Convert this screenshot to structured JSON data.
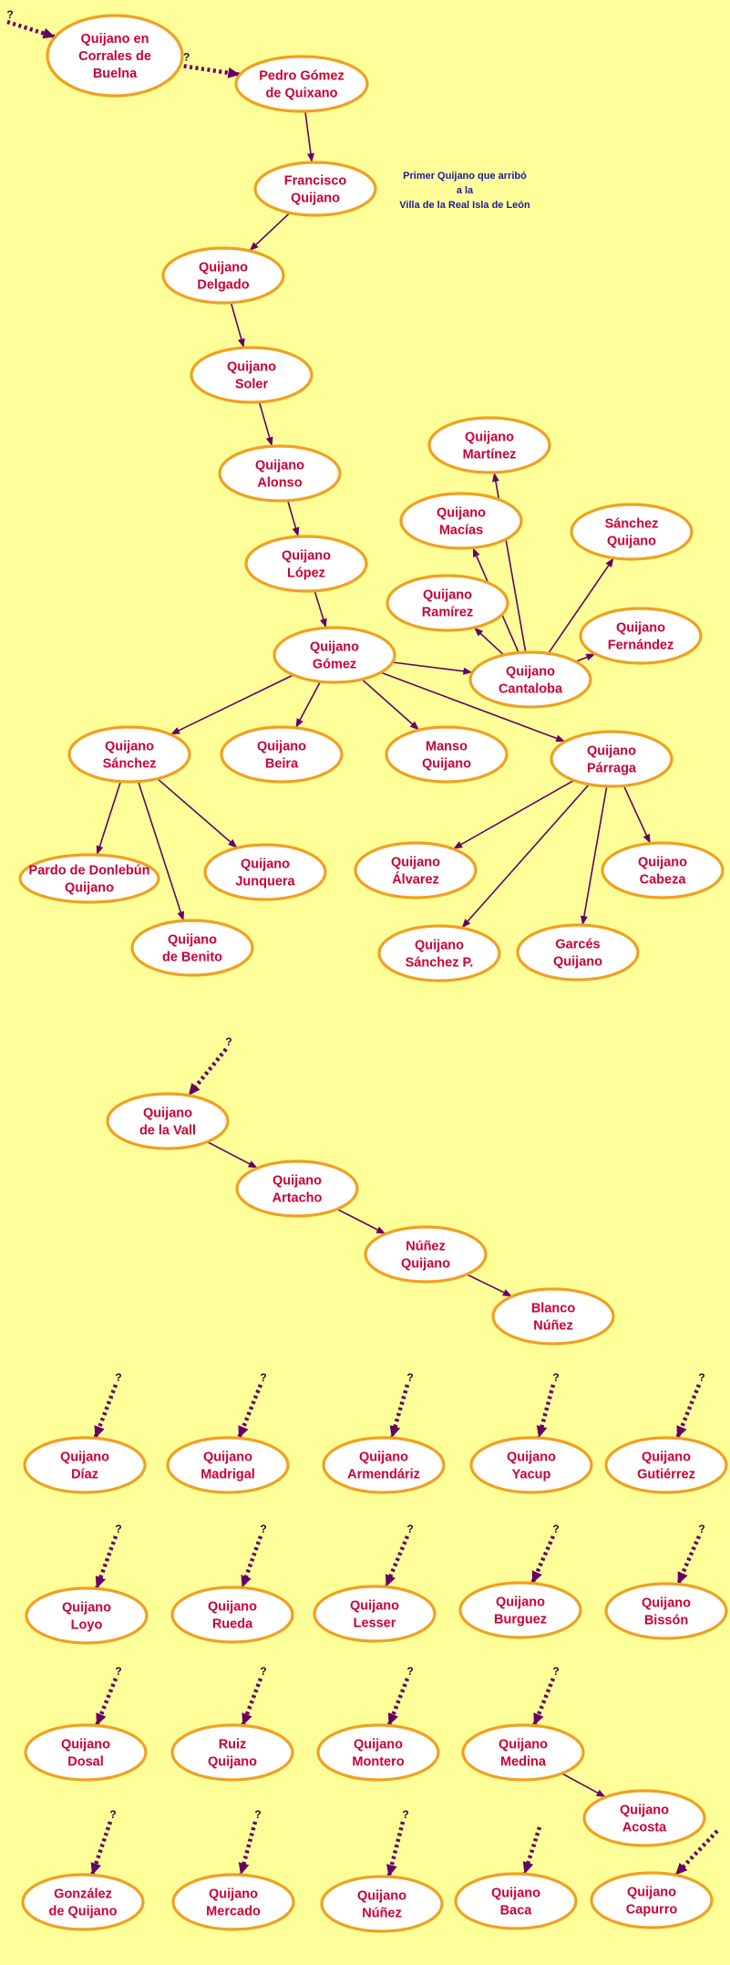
{
  "note": {
    "lines": [
      "Primer Quijano que arribó",
      "a la",
      "Villa de la Real Isla de León"
    ],
    "color": "#1a1aa6"
  },
  "unknown_mark": "?",
  "colors": {
    "background": "#ffff99",
    "node_fill": "#ffffff",
    "node_border": "#f0a020",
    "node_text": "#cc0033",
    "arrow": "#660066"
  },
  "nodes": [
    {
      "id": "corrales",
      "lines": [
        "Quijano en",
        "Corrales de",
        "Buelna"
      ]
    },
    {
      "id": "pedro",
      "lines": [
        "Pedro Gómez",
        "de Quixano"
      ]
    },
    {
      "id": "francisco",
      "lines": [
        "Francisco",
        "Quijano"
      ]
    },
    {
      "id": "delgado",
      "lines": [
        "Quijano",
        "Delgado"
      ]
    },
    {
      "id": "soler",
      "lines": [
        "Quijano",
        "Soler"
      ]
    },
    {
      "id": "alonso",
      "lines": [
        "Quijano",
        "Alonso"
      ]
    },
    {
      "id": "lopez",
      "lines": [
        "Quijano",
        "López"
      ]
    },
    {
      "id": "gomez",
      "lines": [
        "Quijano",
        "Gómez"
      ]
    },
    {
      "id": "cantaloba",
      "lines": [
        "Quijano",
        "Cantaloba"
      ]
    },
    {
      "id": "martinez",
      "lines": [
        "Quijano",
        "Martínez"
      ]
    },
    {
      "id": "macias",
      "lines": [
        "Quijano",
        "Macías"
      ]
    },
    {
      "id": "sanchezq",
      "lines": [
        "Sánchez",
        "Quijano"
      ]
    },
    {
      "id": "ramirez",
      "lines": [
        "Quijano",
        "Ramírez"
      ]
    },
    {
      "id": "fernandez",
      "lines": [
        "Quijano",
        "Fernández"
      ]
    },
    {
      "id": "sanchez",
      "lines": [
        "Quijano",
        "Sánchez"
      ]
    },
    {
      "id": "beira",
      "lines": [
        "Quijano",
        "Beira"
      ]
    },
    {
      "id": "manso",
      "lines": [
        "Manso",
        "Quijano"
      ]
    },
    {
      "id": "parraga",
      "lines": [
        "Quijano",
        "Párraga"
      ]
    },
    {
      "id": "pardo",
      "lines": [
        "Pardo de Donlebún",
        "Quijano"
      ]
    },
    {
      "id": "junquera",
      "lines": [
        "Quijano",
        "Junquera"
      ]
    },
    {
      "id": "benito",
      "lines": [
        "Quijano",
        "de Benito"
      ]
    },
    {
      "id": "alvarez",
      "lines": [
        "Quijano",
        "Álvarez"
      ]
    },
    {
      "id": "cabeza",
      "lines": [
        "Quijano",
        "Cabeza"
      ]
    },
    {
      "id": "sanchezp",
      "lines": [
        "Quijano",
        "Sánchez P."
      ]
    },
    {
      "id": "garces",
      "lines": [
        "Garcés",
        "Quijano"
      ]
    },
    {
      "id": "vall",
      "lines": [
        "Quijano",
        "de la Vall"
      ]
    },
    {
      "id": "artacho",
      "lines": [
        "Quijano",
        "Artacho"
      ]
    },
    {
      "id": "nunezq",
      "lines": [
        "Núñez",
        "Quijano"
      ]
    },
    {
      "id": "blanco",
      "lines": [
        "Blanco",
        "Núñez"
      ]
    },
    {
      "id": "diaz",
      "lines": [
        "Quijano",
        "Díaz"
      ]
    },
    {
      "id": "madrigal",
      "lines": [
        "Quijano",
        "Madrigal"
      ]
    },
    {
      "id": "armendariz",
      "lines": [
        "Quijano",
        "Armendáriz"
      ]
    },
    {
      "id": "yacup",
      "lines": [
        "Quijano",
        "Yacup"
      ]
    },
    {
      "id": "gutierrez",
      "lines": [
        "Quijano",
        "Gutiérrez"
      ]
    },
    {
      "id": "loyo",
      "lines": [
        "Quijano",
        "Loyo"
      ]
    },
    {
      "id": "rueda",
      "lines": [
        "Quijano",
        "Rueda"
      ]
    },
    {
      "id": "lesser",
      "lines": [
        "Quijano",
        "Lesser"
      ]
    },
    {
      "id": "burguez",
      "lines": [
        "Quijano",
        "Burguez"
      ]
    },
    {
      "id": "bisson",
      "lines": [
        "Quijano",
        "Bissón"
      ]
    },
    {
      "id": "dosal",
      "lines": [
        "Quijano",
        "Dosal"
      ]
    },
    {
      "id": "ruiz",
      "lines": [
        "Ruiz",
        "Quijano"
      ]
    },
    {
      "id": "montero",
      "lines": [
        "Quijano",
        "Montero"
      ]
    },
    {
      "id": "medina",
      "lines": [
        "Quijano",
        "Medina"
      ]
    },
    {
      "id": "acosta",
      "lines": [
        "Quijano",
        "Acosta"
      ]
    },
    {
      "id": "gonzalez",
      "lines": [
        "González",
        "de Quijano"
      ]
    },
    {
      "id": "mercado",
      "lines": [
        "Quijano",
        "Mercado"
      ]
    },
    {
      "id": "nunez",
      "lines": [
        "Quijano",
        "Núñez"
      ]
    },
    {
      "id": "baca",
      "lines": [
        "Quijano",
        "Baca"
      ]
    },
    {
      "id": "capurro",
      "lines": [
        "Quijano",
        "Capurro"
      ]
    }
  ],
  "edges": [
    [
      "pedro",
      "francisco"
    ],
    [
      "francisco",
      "delgado"
    ],
    [
      "delgado",
      "soler"
    ],
    [
      "soler",
      "alonso"
    ],
    [
      "alonso",
      "lopez"
    ],
    [
      "lopez",
      "gomez"
    ],
    [
      "gomez",
      "cantaloba"
    ],
    [
      "gomez",
      "sanchez"
    ],
    [
      "gomez",
      "beira"
    ],
    [
      "gomez",
      "manso"
    ],
    [
      "gomez",
      "parraga"
    ],
    [
      "cantaloba",
      "martinez"
    ],
    [
      "cantaloba",
      "macias"
    ],
    [
      "cantaloba",
      "sanchezq"
    ],
    [
      "cantaloba",
      "ramirez"
    ],
    [
      "cantaloba",
      "fernandez"
    ],
    [
      "sanchez",
      "pardo"
    ],
    [
      "sanchez",
      "junquera"
    ],
    [
      "sanchez",
      "benito"
    ],
    [
      "parraga",
      "alvarez"
    ],
    [
      "parraga",
      "cabeza"
    ],
    [
      "parraga",
      "sanchezp"
    ],
    [
      "parraga",
      "garces"
    ],
    [
      "vall",
      "artacho"
    ],
    [
      "artacho",
      "nunezq"
    ],
    [
      "nunezq",
      "blanco"
    ],
    [
      "medina",
      "acosta"
    ]
  ],
  "dotted_links": [
    {
      "to": "corrales",
      "mark": true
    },
    {
      "from": "corrales",
      "to": "pedro",
      "mark": true
    },
    {
      "to": "vall",
      "mark": true
    },
    {
      "to": "diaz",
      "mark": true
    },
    {
      "to": "madrigal",
      "mark": true
    },
    {
      "to": "armendariz",
      "mark": true
    },
    {
      "to": "yacup",
      "mark": true
    },
    {
      "to": "gutierrez",
      "mark": true
    },
    {
      "to": "loyo",
      "mark": true
    },
    {
      "to": "rueda",
      "mark": true
    },
    {
      "to": "lesser",
      "mark": true
    },
    {
      "to": "burguez",
      "mark": true
    },
    {
      "to": "bisson",
      "mark": true
    },
    {
      "to": "dosal",
      "mark": true
    },
    {
      "to": "ruiz",
      "mark": true
    },
    {
      "to": "montero",
      "mark": true
    },
    {
      "to": "medina",
      "mark": true
    },
    {
      "to": "gonzalez",
      "mark": true
    },
    {
      "to": "mercado",
      "mark": true
    },
    {
      "to": "nunez",
      "mark": true
    },
    {
      "to": "baca",
      "mark": false
    },
    {
      "to": "capurro",
      "mark": false
    }
  ]
}
